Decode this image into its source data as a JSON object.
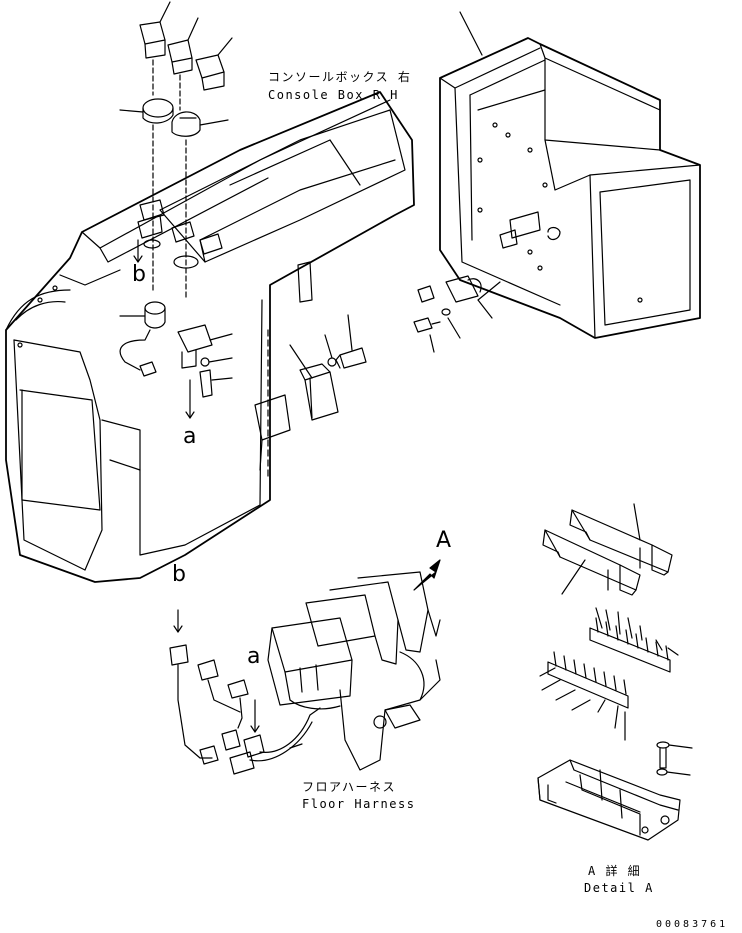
{
  "labels": {
    "console_box_jp": "コンソールボックス 右",
    "console_box_en": "Console Box R H",
    "floor_harness_jp": "フロアハーネス",
    "floor_harness_en": "Floor Harness",
    "detail_a_jp": "A 詳 細",
    "detail_a_en": "Detail A",
    "callout_a_big": "A",
    "callout_a_1": "a",
    "callout_a_2": "a",
    "callout_b_1": "b",
    "callout_b_2": "b",
    "drawing_number": "00083761"
  },
  "colors": {
    "line": "#000000",
    "background": "#ffffff"
  }
}
